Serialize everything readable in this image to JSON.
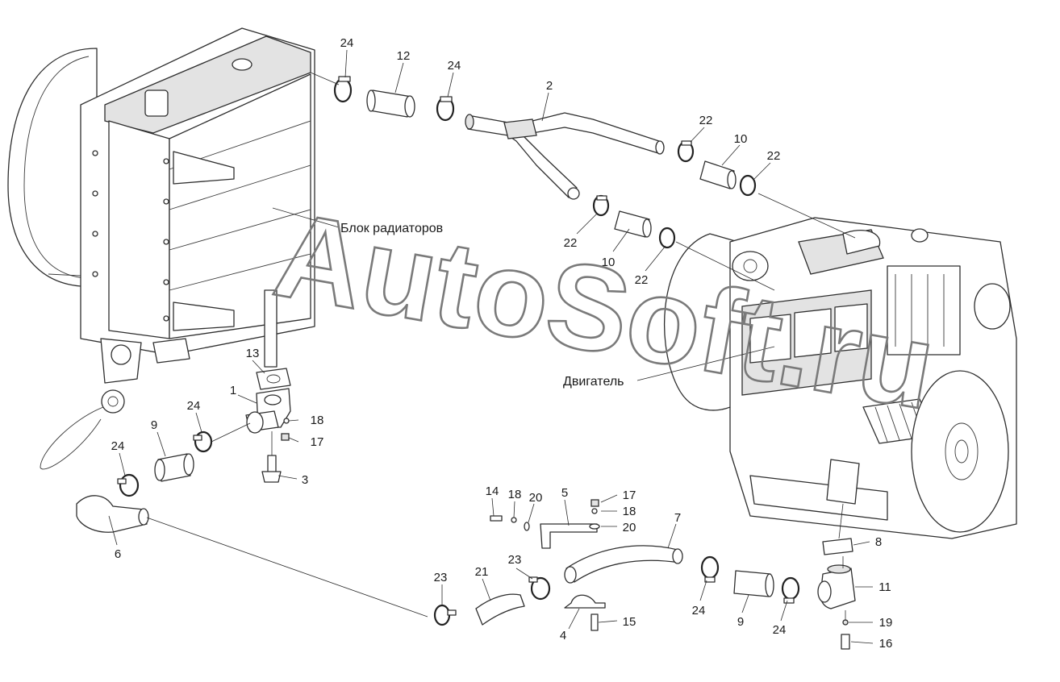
{
  "diagram": {
    "captions": {
      "radiator_block": "Блок радиаторов",
      "engine": "Двигатель"
    },
    "watermark": "AutoSoft.ru",
    "callouts": [
      {
        "id": "c24a",
        "n": "24"
      },
      {
        "id": "c12",
        "n": "12"
      },
      {
        "id": "c24b",
        "n": "24"
      },
      {
        "id": "c2",
        "n": "2"
      },
      {
        "id": "c22a",
        "n": "22"
      },
      {
        "id": "c10a",
        "n": "10"
      },
      {
        "id": "c22b",
        "n": "22"
      },
      {
        "id": "c22c",
        "n": "22"
      },
      {
        "id": "c10b",
        "n": "10"
      },
      {
        "id": "c22d",
        "n": "22"
      },
      {
        "id": "c13",
        "n": "13"
      },
      {
        "id": "c1",
        "n": "1"
      },
      {
        "id": "c18a",
        "n": "18"
      },
      {
        "id": "c17a",
        "n": "17"
      },
      {
        "id": "c3",
        "n": "3"
      },
      {
        "id": "c24c",
        "n": "24"
      },
      {
        "id": "c9a",
        "n": "9"
      },
      {
        "id": "c24d",
        "n": "24"
      },
      {
        "id": "c6",
        "n": "6"
      },
      {
        "id": "c14",
        "n": "14"
      },
      {
        "id": "c18b",
        "n": "18"
      },
      {
        "id": "c20a",
        "n": "20"
      },
      {
        "id": "c5",
        "n": "5"
      },
      {
        "id": "c17b",
        "n": "17"
      },
      {
        "id": "c18c",
        "n": "18"
      },
      {
        "id": "c20b",
        "n": "20"
      },
      {
        "id": "c7",
        "n": "7"
      },
      {
        "id": "c8",
        "n": "8"
      },
      {
        "id": "c23a",
        "n": "23"
      },
      {
        "id": "c21",
        "n": "21"
      },
      {
        "id": "c23b",
        "n": "23"
      },
      {
        "id": "c24e",
        "n": "24"
      },
      {
        "id": "c9b",
        "n": "9"
      },
      {
        "id": "c24f",
        "n": "24"
      },
      {
        "id": "c11",
        "n": "11"
      },
      {
        "id": "c4",
        "n": "4"
      },
      {
        "id": "c15",
        "n": "15"
      },
      {
        "id": "c19",
        "n": "19"
      },
      {
        "id": "c16",
        "n": "16"
      }
    ]
  }
}
